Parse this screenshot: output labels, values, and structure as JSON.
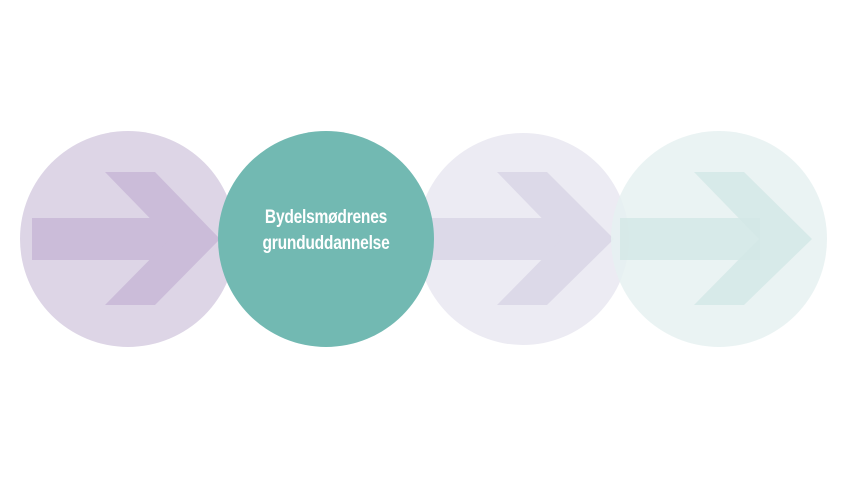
{
  "diagram": {
    "steps": [
      {
        "type": "arrow",
        "circle_color": "#ddd5e6",
        "arrow_color": "#cbbcd9"
      },
      {
        "type": "label",
        "circle_color": "#72b9b2",
        "label_line1": "Bydelsmødrenes",
        "label_line2": "grunduddannelse"
      },
      {
        "type": "arrow",
        "circle_color": "#ecebf3",
        "arrow_color": "#dcd9e8"
      },
      {
        "type": "arrow",
        "circle_color": "#e6f1f1",
        "arrow_color": "#d3e7e6"
      }
    ]
  }
}
